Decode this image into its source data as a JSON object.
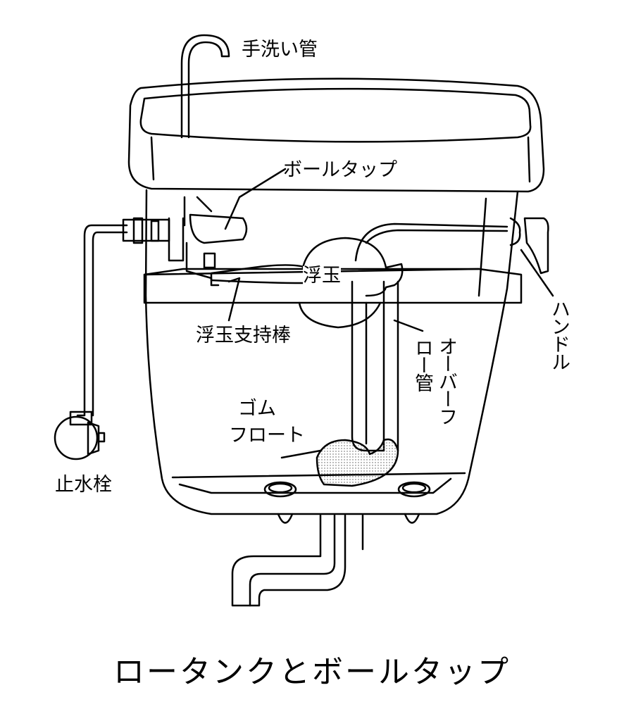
{
  "title": "ロータンクとボールタップ",
  "labels": {
    "hand_wash_pipe": "手洗い管",
    "ball_tap": "ボールタップ",
    "float_ball": "浮玉",
    "float_arm": "浮玉支持棒",
    "handle": "ハンドル",
    "overflow_pipe_1": "オーバーフ",
    "overflow_pipe_2": "ロー管",
    "rubber_float_1": "ゴム",
    "rubber_float_2": "フロート",
    "stop_valve": "止水栓"
  }
}
